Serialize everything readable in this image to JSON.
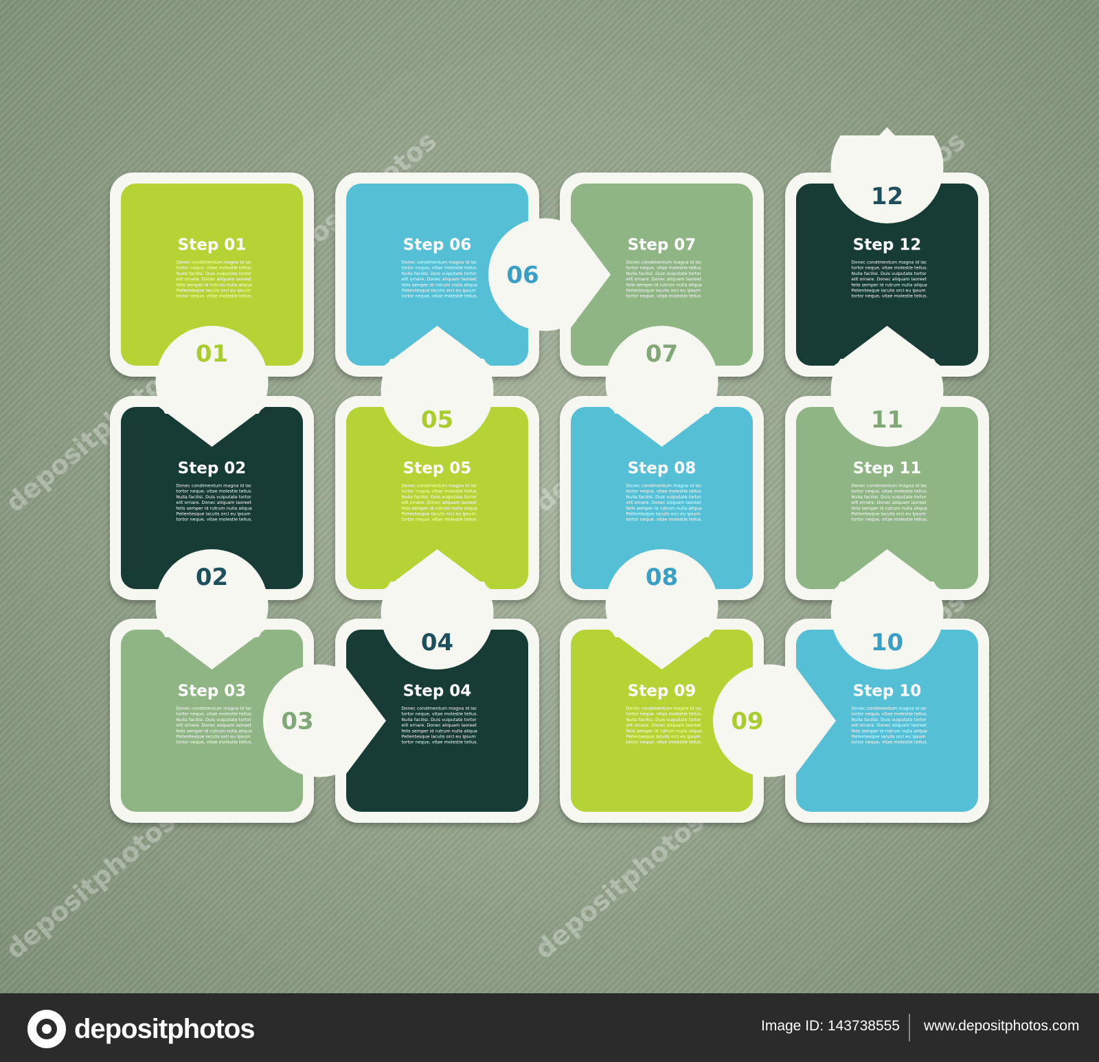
{
  "colors": {
    "lime": "#b5d334",
    "sky": "#55bfd6",
    "sage": "#8fb585",
    "forest": "#173c35",
    "frame": "#f7f7f2",
    "num_lime": "#a9cc2e",
    "num_sky": "#3a9fc4",
    "num_sage": "#7fa876",
    "num_forest": "#1d4f5c"
  },
  "body_text": [
    "Donec condimentum magna id lac",
    "tortor neque, vitae molestie tellus.",
    "Nulla facilisi. Duis vulputate tortor",
    "elit ornare. Donec aliquam laoreet",
    "felis semper id rutrum nulla aliqua",
    "Pellentesque iaculis orci eu ipsum",
    "tortor neque, vitae molestie tellus."
  ],
  "steps": [
    {
      "id": "01",
      "title": "Step 01",
      "number": "01",
      "color": "lime",
      "num_color": "num_lime",
      "row": 0,
      "col": 0,
      "badge": "bottom",
      "notch": "none"
    },
    {
      "id": "02",
      "title": "Step 02",
      "number": "02",
      "color": "forest",
      "num_color": "num_forest",
      "row": 1,
      "col": 0,
      "badge": "bottom",
      "notch": "top"
    },
    {
      "id": "03",
      "title": "Step 03",
      "number": "03",
      "color": "sage",
      "num_color": "num_sage",
      "row": 2,
      "col": 0,
      "badge": "right",
      "notch": "top"
    },
    {
      "id": "04",
      "title": "Step 04",
      "number": "04",
      "color": "forest",
      "num_color": "num_forest",
      "row": 2,
      "col": 1,
      "badge": "top",
      "notch": "left"
    },
    {
      "id": "05",
      "title": "Step 05",
      "number": "05",
      "color": "lime",
      "num_color": "num_lime",
      "row": 1,
      "col": 1,
      "badge": "top",
      "notch": "bottom"
    },
    {
      "id": "06",
      "title": "Step 06",
      "number": "06",
      "color": "sky",
      "num_color": "num_sky",
      "row": 0,
      "col": 1,
      "badge": "right",
      "notch": "bottom"
    },
    {
      "id": "07",
      "title": "Step 07",
      "number": "07",
      "color": "sage",
      "num_color": "num_sage",
      "row": 0,
      "col": 2,
      "badge": "bottom",
      "notch": "left"
    },
    {
      "id": "08",
      "title": "Step 08",
      "number": "08",
      "color": "sky",
      "num_color": "num_sky",
      "row": 1,
      "col": 2,
      "badge": "bottom",
      "notch": "top"
    },
    {
      "id": "09",
      "title": "Step 09",
      "number": "09",
      "color": "lime",
      "num_color": "num_lime",
      "row": 2,
      "col": 2,
      "badge": "right",
      "notch": "top"
    },
    {
      "id": "10",
      "title": "Step 10",
      "number": "10",
      "color": "sky",
      "num_color": "num_sky",
      "row": 2,
      "col": 3,
      "badge": "top",
      "notch": "left"
    },
    {
      "id": "11",
      "title": "Step 11",
      "number": "11",
      "color": "sage",
      "num_color": "num_sage",
      "row": 1,
      "col": 3,
      "badge": "top",
      "notch": "bottom"
    },
    {
      "id": "12",
      "title": "Step 12",
      "number": "12",
      "color": "forest",
      "num_color": "num_forest",
      "row": 0,
      "col": 3,
      "badge": "top",
      "notch": "bottom"
    }
  ],
  "watermark": {
    "text": "depositphotos"
  },
  "footer": {
    "brand": "depositphotos",
    "image_id": "Image ID: 143738555",
    "url": "www.depositphotos.com"
  }
}
